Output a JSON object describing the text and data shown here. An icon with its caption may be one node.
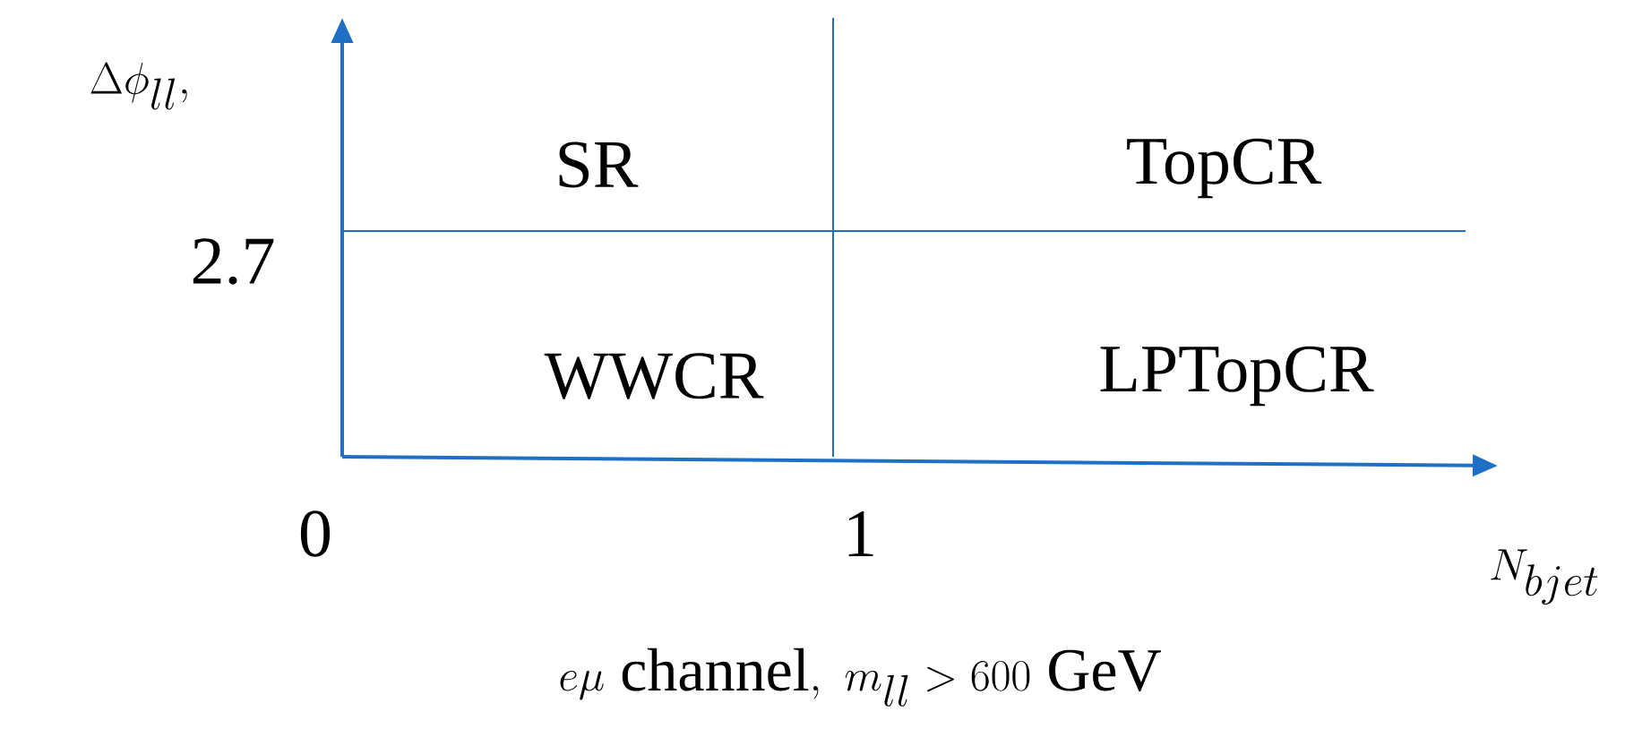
{
  "diagram": {
    "caption": "e\\mu\\ \\mathrm{channel},\\ m_{ll} > 600\\ \\mathrm{GeV}",
    "labels": [
      "\\Delta\\phi_{ll},",
      "SR",
      "TopCR",
      "2.7",
      "WWCR",
      "LPTopCR",
      "0",
      "1",
      "N_{bjet}"
    ]
  }
}
